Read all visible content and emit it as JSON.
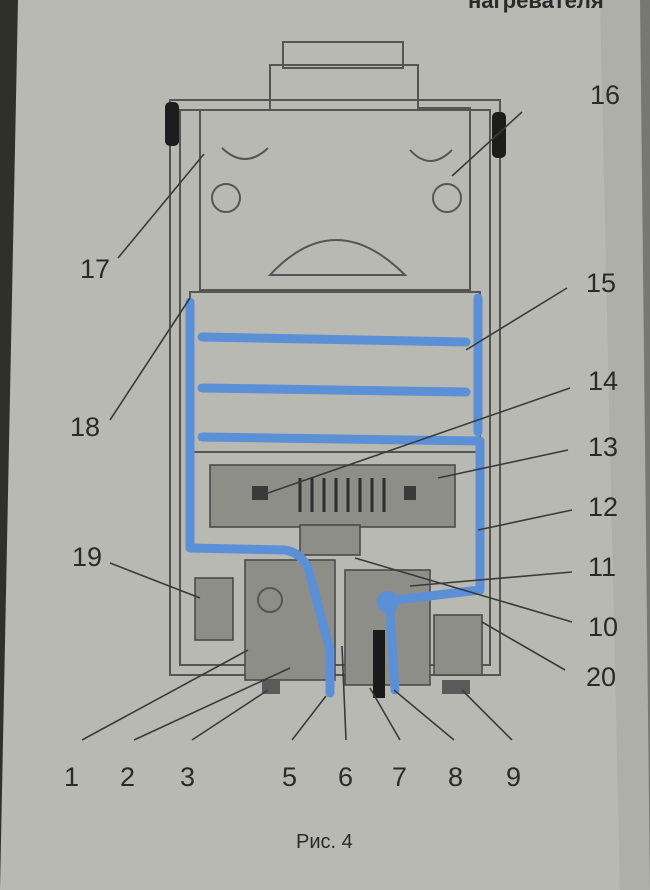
{
  "header_text": "нагревателя",
  "figure_caption": "Рис. 4",
  "callouts": [
    {
      "number": "1"
    },
    {
      "number": "2"
    },
    {
      "number": "3"
    },
    {
      "number": "5"
    },
    {
      "number": "6"
    },
    {
      "number": "7"
    },
    {
      "number": "8"
    },
    {
      "number": "9"
    },
    {
      "number": "10"
    },
    {
      "number": "11"
    },
    {
      "number": "12"
    },
    {
      "number": "13"
    },
    {
      "number": "14"
    },
    {
      "number": "15"
    },
    {
      "number": "16"
    },
    {
      "number": "17"
    },
    {
      "number": "18"
    },
    {
      "number": "19"
    },
    {
      "number": "20"
    }
  ],
  "colors": {
    "paper": "#b9b9b3",
    "ink": "#2a2a2a",
    "water_pipe": "#5b8fd6",
    "background": "#2f302a"
  }
}
